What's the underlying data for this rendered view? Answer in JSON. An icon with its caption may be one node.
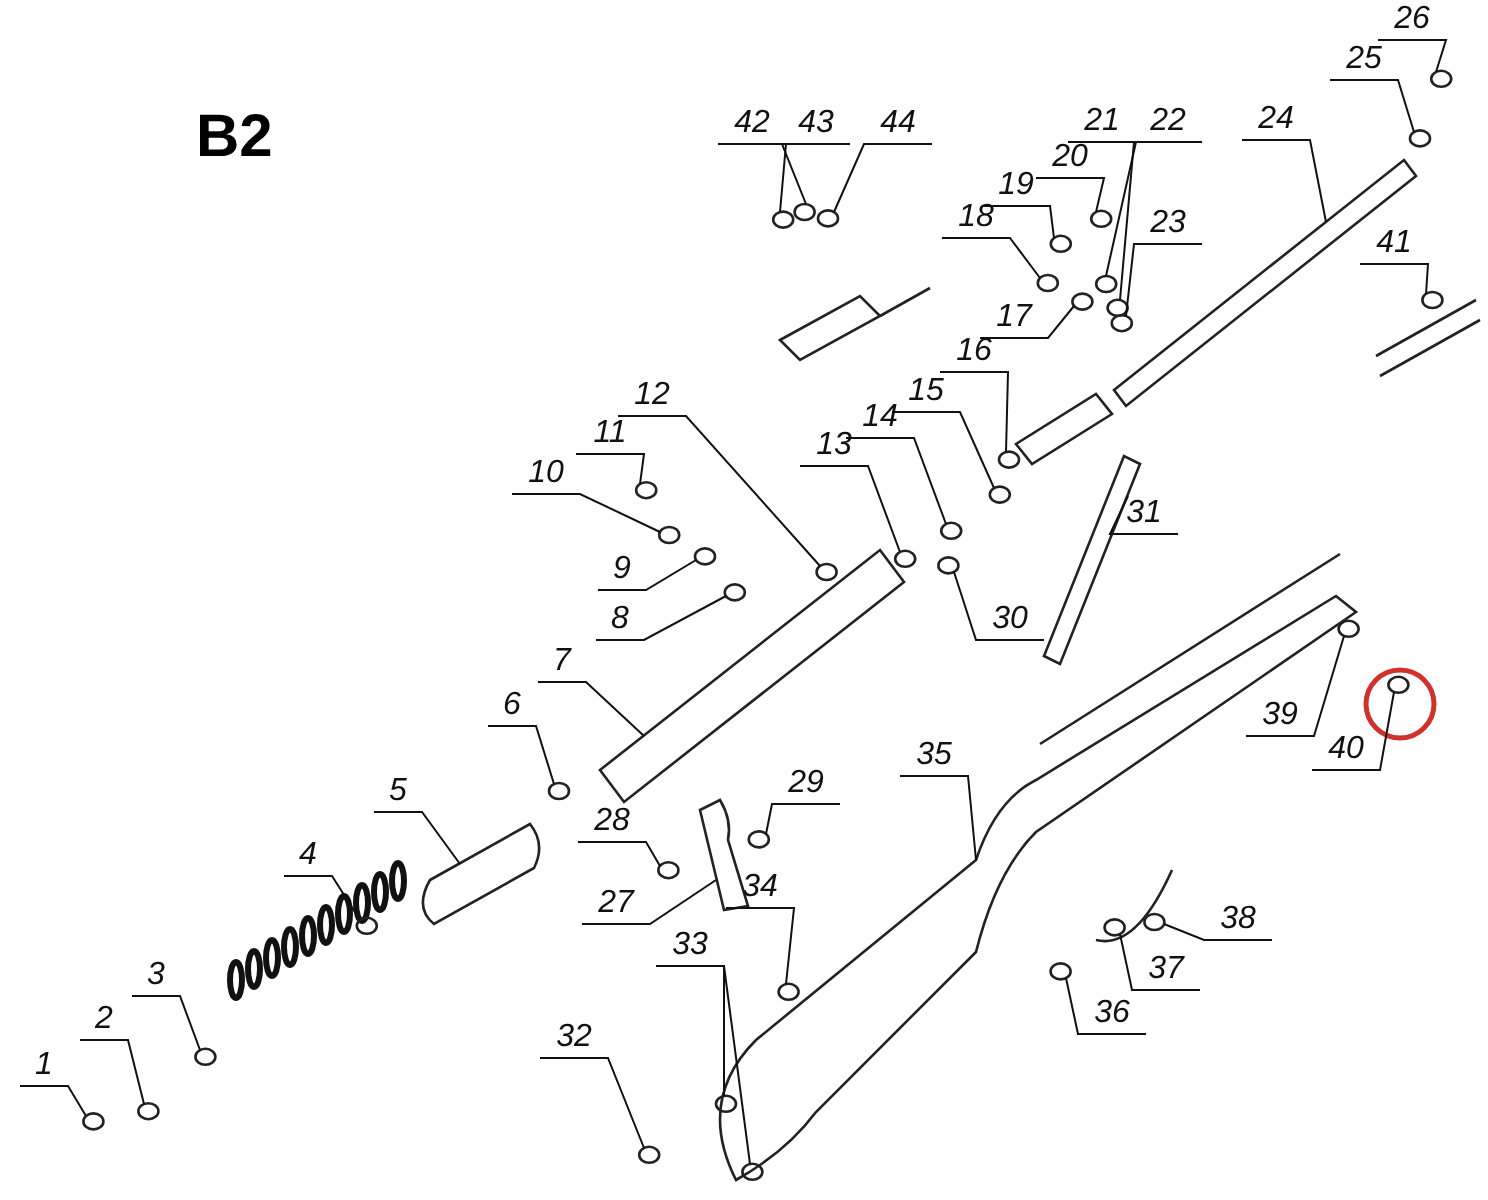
{
  "diagram": {
    "title": "B2",
    "nodes": [
      {
        "text": [
          "1"
        ]
      },
      {
        "text": [
          "2"
        ]
      },
      {
        "text": [
          "3"
        ]
      },
      {
        "text": [
          "4"
        ]
      },
      {
        "text": [
          "5"
        ]
      },
      {
        "text": [
          "6"
        ]
      },
      {
        "text": [
          "7"
        ]
      },
      {
        "text": [
          "8"
        ]
      },
      {
        "text": [
          "9"
        ]
      },
      {
        "text": [
          "10"
        ]
      },
      {
        "text": [
          "11"
        ]
      },
      {
        "text": [
          "12"
        ]
      },
      {
        "text": [
          "13"
        ]
      },
      {
        "text": [
          "14"
        ]
      },
      {
        "text": [
          "15"
        ]
      },
      {
        "text": [
          "16"
        ]
      },
      {
        "text": [
          "17"
        ]
      },
      {
        "text": [
          "18"
        ]
      },
      {
        "text": [
          "19"
        ]
      },
      {
        "text": [
          "20"
        ]
      },
      {
        "text": [
          "21"
        ]
      },
      {
        "text": [
          "22"
        ]
      },
      {
        "text": [
          "23"
        ]
      },
      {
        "text": [
          "24"
        ]
      },
      {
        "text": [
          "25"
        ]
      },
      {
        "text": [
          "26"
        ]
      },
      {
        "text": [
          "27"
        ]
      },
      {
        "text": [
          "28"
        ]
      },
      {
        "text": [
          "29"
        ]
      },
      {
        "text": [
          "30"
        ]
      },
      {
        "text": [
          "31"
        ]
      },
      {
        "text": [
          "32"
        ]
      },
      {
        "text": [
          "33"
        ]
      },
      {
        "text": [
          "34"
        ]
      },
      {
        "text": [
          "35"
        ]
      },
      {
        "text": [
          "36"
        ]
      },
      {
        "text": [
          "37"
        ]
      },
      {
        "text": [
          "38"
        ]
      },
      {
        "text": [
          "39"
        ]
      },
      {
        "text": [
          "40"
        ]
      },
      {
        "text": [
          "41"
        ]
      },
      {
        "text": [
          "42"
        ]
      },
      {
        "text": [
          "43"
        ]
      },
      {
        "text": [
          "44"
        ]
      },
      {
        "text": [],
        "shape": "circle"
      },
      {
        "text": [],
        "shape": "circle"
      },
      {
        "text": [],
        "shape": "circle"
      },
      {
        "text": [],
        "shape": "circle"
      },
      {
        "text": [],
        "shape": "picture"
      },
      {
        "text": [],
        "shape": "circle"
      },
      {
        "text": [],
        "shape": "picture"
      },
      {
        "text": [],
        "shape": "circle"
      },
      {
        "text": [],
        "shape": "circle"
      },
      {
        "text": [],
        "shape": "circle"
      },
      {
        "text": [],
        "shape": "circle"
      },
      {
        "text": [],
        "shape": "circle"
      },
      {
        "text": [],
        "shape": "circle"
      },
      {
        "text": [],
        "shape": "circle"
      },
      {
        "text": [],
        "shape": "circle"
      },
      {
        "text": [],
        "shape": "circle"
      },
      {
        "text": [],
        "shape": "circle"
      },
      {
        "text": [],
        "shape": "circle"
      },
      {
        "text": [],
        "shape": "circle"
      },
      {
        "text": [],
        "shape": "circle"
      },
      {
        "text": [],
        "shape": "circle"
      },
      {
        "text": [],
        "shape": "circle"
      },
      {
        "text": [],
        "shape": "circle"
      },
      {
        "text": [],
        "shape": "picture"
      },
      {
        "text": [],
        "shape": "circle"
      },
      {
        "text": [],
        "shape": "circle"
      },
      {
        "text": [],
        "shape": "picture"
      },
      {
        "text": [],
        "shape": "circle"
      },
      {
        "text": [],
        "shape": "circle"
      },
      {
        "text": [],
        "shape": "circle"
      },
      {
        "text": [],
        "shape": "picture"
      },
      {
        "text": [],
        "shape": "circle"
      },
      {
        "text": [],
        "shape": "circle"
      },
      {
        "text": [],
        "shape": "circle"
      },
      {
        "text": [],
        "shape": "circle"
      },
      {
        "text": [],
        "shape": "picture"
      },
      {
        "text": [],
        "shape": "circle"
      },
      {
        "text": [],
        "shape": "circle"
      },
      {
        "text": [],
        "shape": "circle"
      },
      {
        "text": [],
        "shape": "circle"
      },
      {
        "text": [],
        "shape": "circle"
      },
      {
        "text": [],
        "shape": "circle"
      },
      {
        "text": [],
        "shape": "circle"
      },
      {
        "text": [],
        "shape": "circle"
      },
      {
        "text": [],
        "shape": "circle"
      }
    ],
    "edges": [
      {
        "from": 0,
        "to": 44,
        "arrow": "none"
      },
      {
        "from": 1,
        "to": 45,
        "arrow": "none"
      },
      {
        "from": 2,
        "to": 46,
        "arrow": "none"
      },
      {
        "from": 3,
        "to": 47,
        "arrow": "none"
      },
      {
        "from": 4,
        "to": 48,
        "arrow": "none"
      },
      {
        "from": 5,
        "to": 49,
        "arrow": "none"
      },
      {
        "from": 6,
        "to": 50,
        "arrow": "none"
      },
      {
        "from": 7,
        "to": 51,
        "arrow": "none"
      },
      {
        "from": 8,
        "to": 52,
        "arrow": "none"
      },
      {
        "from": 9,
        "to": 53,
        "arrow": "none"
      },
      {
        "from": 10,
        "to": 54,
        "arrow": "none"
      },
      {
        "from": 11,
        "to": 55,
        "arrow": "none"
      },
      {
        "from": 12,
        "to": 56,
        "arrow": "none"
      },
      {
        "from": 13,
        "to": 57,
        "arrow": "none"
      },
      {
        "from": 14,
        "to": 58,
        "arrow": "none"
      },
      {
        "from": 15,
        "to": 59,
        "arrow": "none"
      },
      {
        "from": 16,
        "to": 60,
        "arrow": "none"
      },
      {
        "from": 17,
        "to": 61,
        "arrow": "none"
      },
      {
        "from": 18,
        "to": 62,
        "arrow": "none"
      },
      {
        "from": 19,
        "to": 63,
        "arrow": "none"
      },
      {
        "from": 20,
        "to": 64,
        "arrow": "none"
      },
      {
        "from": 21,
        "to": 65,
        "arrow": "none"
      },
      {
        "from": 22,
        "to": 66,
        "arrow": "none"
      },
      {
        "from": 23,
        "to": 67,
        "arrow": "none"
      },
      {
        "from": 24,
        "to": 68,
        "arrow": "none"
      },
      {
        "from": 25,
        "to": 69,
        "arrow": "none"
      },
      {
        "from": 26,
        "to": 70,
        "arrow": "none"
      },
      {
        "from": 27,
        "to": 71,
        "arrow": "none"
      },
      {
        "from": 28,
        "to": 72,
        "arrow": "none"
      },
      {
        "from": 29,
        "to": 73,
        "arrow": "none"
      },
      {
        "from": 30,
        "to": 74,
        "arrow": "none"
      },
      {
        "from": 31,
        "to": 75,
        "arrow": "none"
      },
      {
        "from": 32,
        "to": 76,
        "arrow": "none"
      },
      {
        "from": 32,
        "to": 77,
        "arrow": "none"
      },
      {
        "from": 33,
        "to": 78,
        "arrow": "none"
      },
      {
        "from": 34,
        "to": 79,
        "arrow": "none"
      },
      {
        "from": 35,
        "to": 80,
        "arrow": "none"
      },
      {
        "from": 36,
        "to": 81,
        "arrow": "none"
      },
      {
        "from": 37,
        "to": 82,
        "arrow": "none"
      },
      {
        "from": 38,
        "to": 83,
        "arrow": "none"
      },
      {
        "from": 39,
        "to": 84,
        "arrow": "none"
      },
      {
        "from": 40,
        "to": 85,
        "arrow": "none"
      },
      {
        "from": 41,
        "to": 86,
        "arrow": "none"
      },
      {
        "from": 42,
        "to": 87,
        "arrow": "none"
      },
      {
        "from": 43,
        "to": 88,
        "arrow": "none"
      }
    ]
  }
}
